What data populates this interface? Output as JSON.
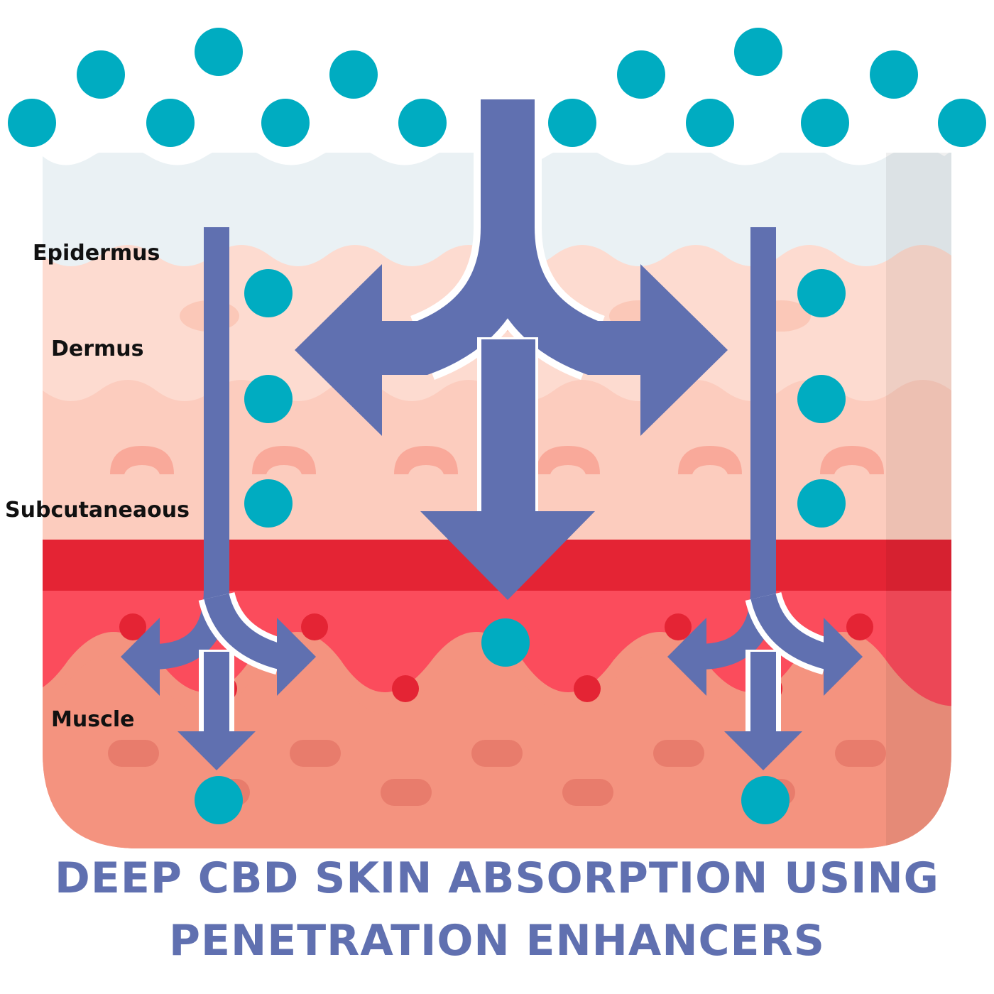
{
  "labels": {
    "epidermus": "Epidermus",
    "dermus": "Dermus",
    "subcutaneous": "Subcutaneaous",
    "muscle": "Muscle"
  },
  "title": {
    "line1": "DEEP CBD SKIN ABSORPTION USING",
    "line2": "PENETRATION ENHANCERS"
  },
  "colors": {
    "cbd_particle": "#00acc1",
    "arrow": "#6070b0",
    "epidermis": "#eaf1f4",
    "dermis": "#fddbd0",
    "subcutaneous": "#fcccbe",
    "blood_band": "#e42434",
    "blood_wave": "#fb4c5c",
    "muscle": "#f4937f",
    "title": "#6070b0"
  },
  "icons": {
    "particle": "circle",
    "arrow": "arrow"
  }
}
